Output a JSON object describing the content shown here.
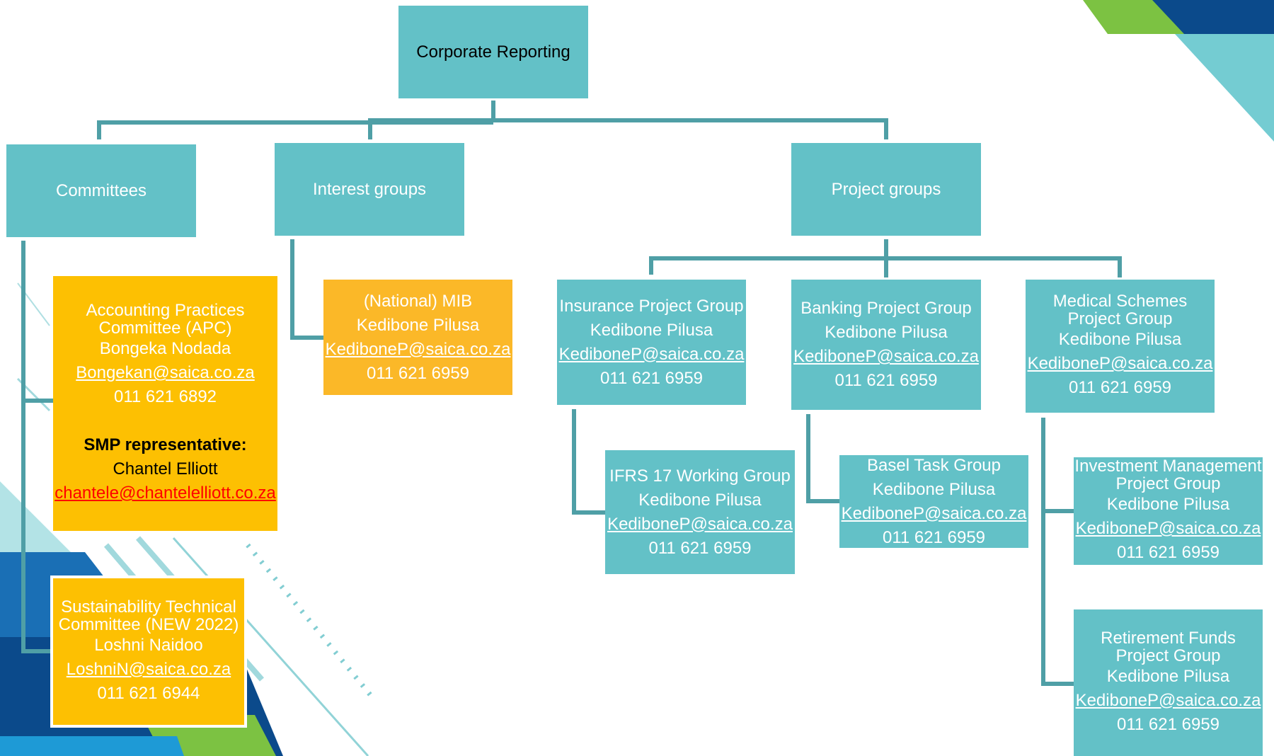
{
  "colors": {
    "teal": "#63c1c7",
    "gold": "#fdc002",
    "orange": "#fbb828",
    "connector": "#4f9fa6",
    "red_link": "#ff0000"
  },
  "root": {
    "title": "Corporate Reporting"
  },
  "branches": {
    "committees": "Committees",
    "interest_groups": "Interest groups",
    "project_groups": "Project groups"
  },
  "apc": {
    "title": "Accounting Practices Committee (APC)",
    "name": "Bongeka Nodada",
    "email": "Bongekan@saica.co.za",
    "phone": "011 621 6892",
    "smp_label": "SMP representative:",
    "smp_name": "Chantel Elliott",
    "smp_email": "chantele@chantelelliott.co.za"
  },
  "stc": {
    "title": "Sustainability Technical Committee (NEW 2022)",
    "name": "Loshni Naidoo",
    "email": "LoshniN@saica.co.za",
    "phone": "011 621 6944"
  },
  "mib": {
    "title": "(National) MIB",
    "name": "Kedibone Pilusa",
    "email": "KediboneP@saica.co.za",
    "phone": "011 621 6959"
  },
  "insurance": {
    "title": "Insurance Project Group",
    "name": "Kedibone Pilusa",
    "email": "KediboneP@saica.co.za",
    "phone": "011 621 6959"
  },
  "banking": {
    "title": "Banking Project Group",
    "name": "Kedibone Pilusa",
    "email": "KediboneP@saica.co.za",
    "phone": "011 621 6959"
  },
  "medical": {
    "title": "Medical Schemes Project Group",
    "name": "Kedibone Pilusa",
    "email": "KediboneP@saica.co.za",
    "phone": "011 621 6959"
  },
  "ifrs17": {
    "title": "IFRS 17 Working Group",
    "name": "Kedibone Pilusa",
    "email": "KediboneP@saica.co.za",
    "phone": "011 621 6959"
  },
  "basel": {
    "title": "Basel Task Group",
    "name": "Kedibone Pilusa",
    "email": "KediboneP@saica.co.za",
    "phone": "011 621 6959"
  },
  "investment": {
    "title": "Investment Management Project Group",
    "name": "Kedibone Pilusa",
    "email": "KediboneP@saica.co.za",
    "phone": "011 621 6959"
  },
  "retirement": {
    "title": "Retirement Funds Project Group",
    "name": "Kedibone Pilusa",
    "email": "KediboneP@saica.co.za",
    "phone": "011 621 6959"
  }
}
